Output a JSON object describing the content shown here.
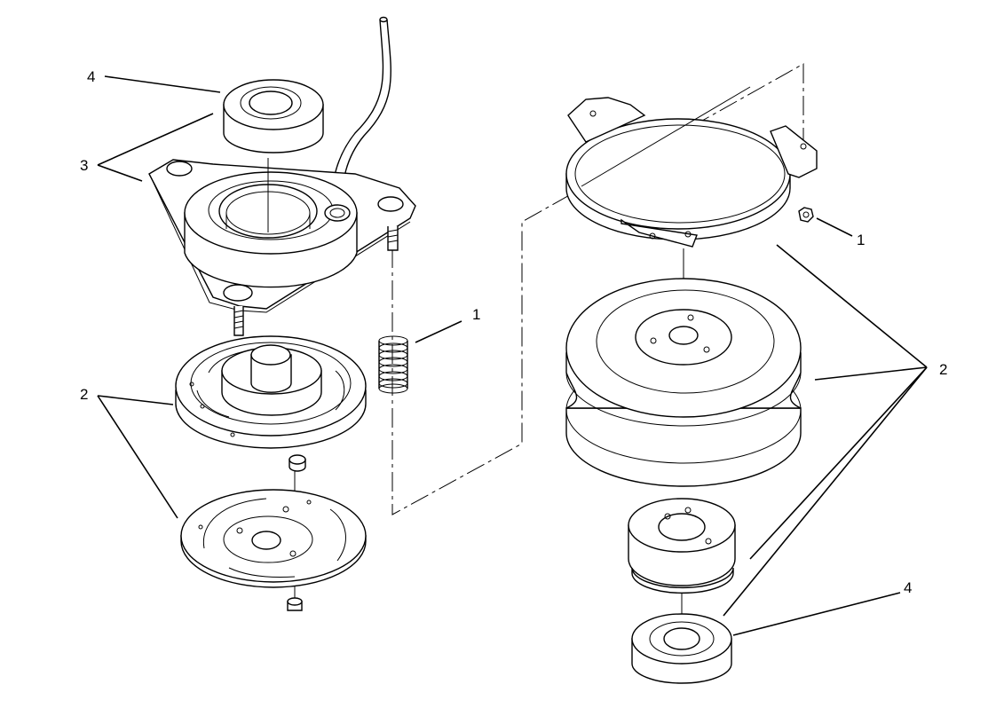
{
  "callouts": [
    {
      "id": "left-4",
      "text": "4"
    },
    {
      "id": "left-3",
      "text": "3"
    },
    {
      "id": "left-2",
      "text": "2"
    },
    {
      "id": "center-1",
      "text": "1"
    },
    {
      "id": "right-1",
      "text": "1"
    },
    {
      "id": "right-2",
      "text": "2"
    },
    {
      "id": "right-4",
      "text": "4"
    }
  ]
}
